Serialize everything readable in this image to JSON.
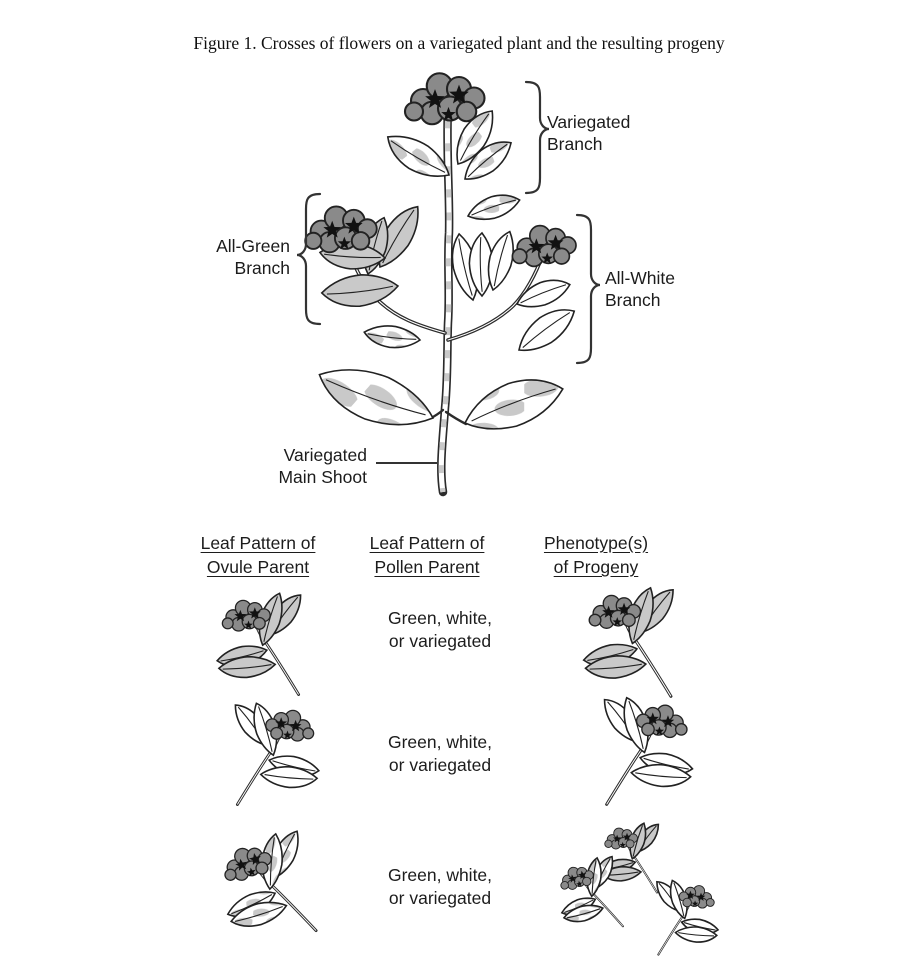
{
  "figure": {
    "title": "Figure 1. Crosses of flowers on a variegated plant and the resulting progeny"
  },
  "plant": {
    "labels": {
      "variegated_branch": {
        "line1": "Variegated",
        "line2": "Branch"
      },
      "all_green_branch": {
        "line1": "All-Green",
        "line2": "Branch"
      },
      "all_white_branch": {
        "line1": "All-White",
        "line2": "Branch"
      },
      "variegated_main_shoot": {
        "line1": "Variegated",
        "line2": "Main Shoot"
      }
    }
  },
  "table": {
    "headers": [
      {
        "line1": "Leaf Pattern of",
        "line2": "Ovule Parent"
      },
      {
        "line1": "Leaf Pattern of",
        "line2": "Pollen Parent"
      },
      {
        "line1": "Phenotype(s)",
        "line2": "of Progeny"
      }
    ],
    "rows": [
      {
        "ovule_parent": "green",
        "pollen_parent": {
          "line1": "Green, white,",
          "line2": "or variegated"
        },
        "progeny": [
          "green"
        ]
      },
      {
        "ovule_parent": "white",
        "pollen_parent": {
          "line1": "Green, white,",
          "line2": "or variegated"
        },
        "progeny": [
          "white"
        ]
      },
      {
        "ovule_parent": "variegated",
        "pollen_parent": {
          "line1": "Green, white,",
          "line2": "or variegated"
        },
        "progeny": [
          "green",
          "variegated",
          "white"
        ]
      }
    ]
  },
  "colors": {
    "green_leaf": "#c9c9c9",
    "white_leaf": "#ffffff",
    "flower": "#8a8a8a",
    "outline": "#222222",
    "background": "#ffffff"
  }
}
